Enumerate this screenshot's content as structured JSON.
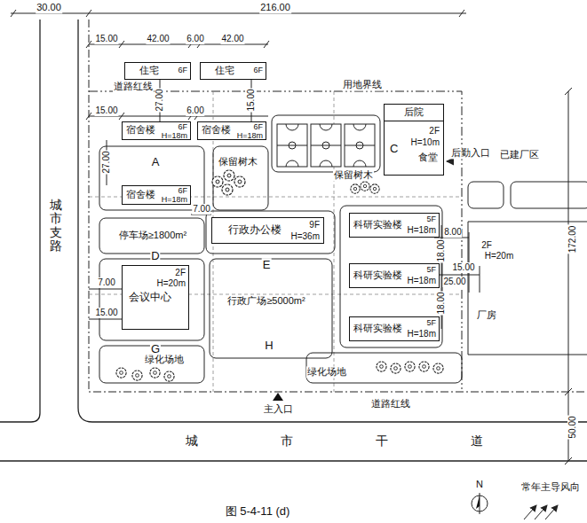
{
  "diagram": {
    "caption": "图 5-4-11 (d)",
    "nodes": [
      {
        "text": [
          "住宅",
          "6F"
        ]
      },
      {
        "text": [
          "住宅",
          "6F"
        ]
      },
      {
        "text": [
          "宿舍楼",
          "6F",
          "H=18m"
        ]
      },
      {
        "text": [
          "宿舍楼",
          "6F",
          "H=18m"
        ]
      },
      {
        "text": [
          "后院",
          "C",
          "2F",
          "H=10m",
          "食堂"
        ]
      },
      {
        "text": [
          "宿舍楼",
          "6F",
          "H=18m"
        ]
      },
      {
        "text": [
          "行政办公楼",
          "9F",
          "H=36m"
        ]
      },
      {
        "text": [
          "科研实验楼",
          "5F",
          "H=18m"
        ]
      },
      {
        "text": [
          "科研实验楼",
          "5F",
          "H=18m"
        ]
      },
      {
        "text": [
          "科研实验楼",
          "5F",
          "H=18m"
        ]
      },
      {
        "text": [
          "会议中心",
          "2F",
          "H=20m"
        ]
      }
    ],
    "labels": [
      "30.00",
      "216.00",
      "15.00",
      "42.00",
      "6.00",
      "42.00",
      "道路红线",
      "15.00",
      "27.00",
      "用地界线",
      "15.00",
      "6.00",
      "后勤入口",
      "已建厂区",
      "A",
      "27.00",
      "保留树木",
      "保留树木",
      "7.00",
      "停车场≥1800m²",
      "8.00",
      "2F",
      "H=20m",
      "15.00",
      "25.00",
      "18.00",
      "172.00",
      "D",
      "E",
      "7.00",
      "行政广场≥5000m²",
      "18.00",
      "厂房",
      "15.00",
      "H",
      "G",
      "绿化场地",
      "绿化场地",
      "道路红线",
      "主入口",
      "50.00",
      "城市干道",
      "城市支路",
      "N",
      "常年主导风向"
    ]
  }
}
